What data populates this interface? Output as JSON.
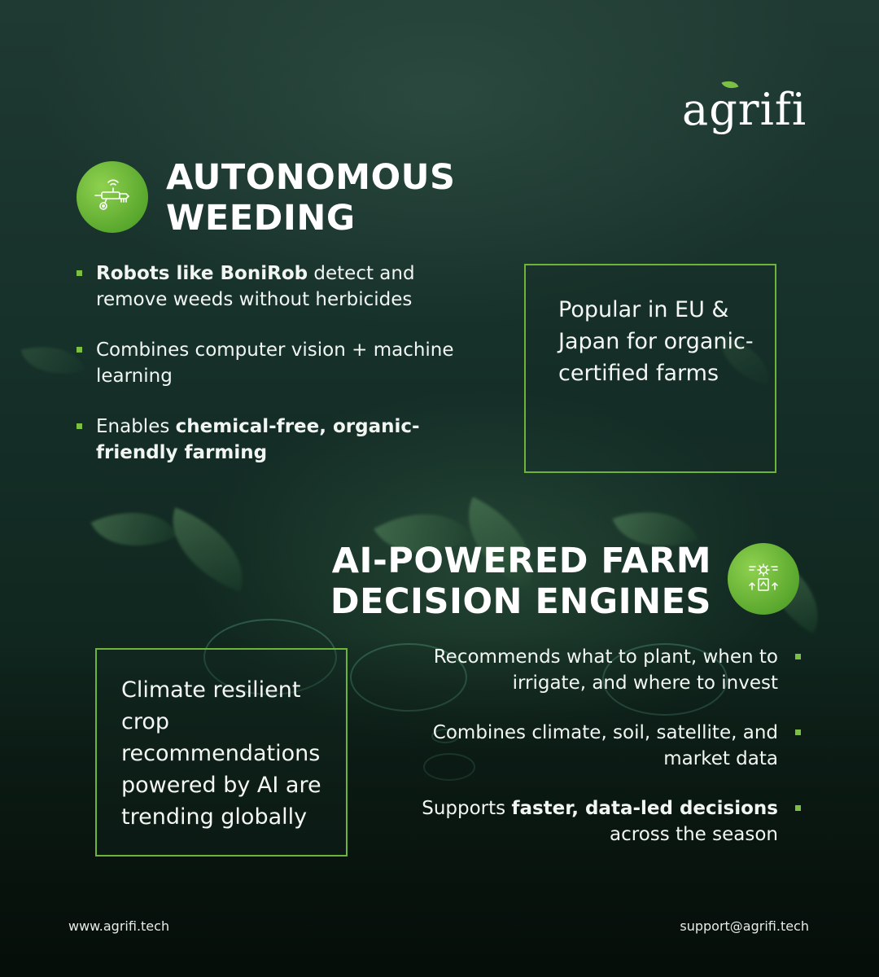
{
  "brand": {
    "logo_text": "agrifi",
    "accent": "#7bc043",
    "box_border": "#6fb43a"
  },
  "section1": {
    "title_line1": "AUTONOMOUS",
    "title_line2": "WEEDING",
    "icon": "weeding-robot-icon",
    "bullets": [
      {
        "bold": "Robots like BoniRob",
        "text": " detect and remove weeds without herbicides"
      },
      {
        "pre": "Combines computer vision + machine learning"
      },
      {
        "pre": "Enables ",
        "bold": "chemical-free, organic-friendly farming"
      }
    ],
    "callout": "Popular in EU & Japan for organic-certified farms"
  },
  "section2": {
    "title_line1": "AI-POWERED FARM",
    "title_line2": "DECISION ENGINES",
    "icon": "ai-decision-engine-icon",
    "bullets": [
      {
        "pre": "Recommends what to plant, when to irrigate, and where to invest"
      },
      {
        "pre": "Combines climate, soil, satellite, and market data"
      },
      {
        "pre": "Supports ",
        "bold": "faster, data-led decisions",
        "text": " across the season"
      }
    ],
    "callout": "Climate resilient crop recommendations powered by AI are trending globally"
  },
  "footer": {
    "website": "www.agrifi.tech",
    "email": "support@agrifi.tech"
  }
}
